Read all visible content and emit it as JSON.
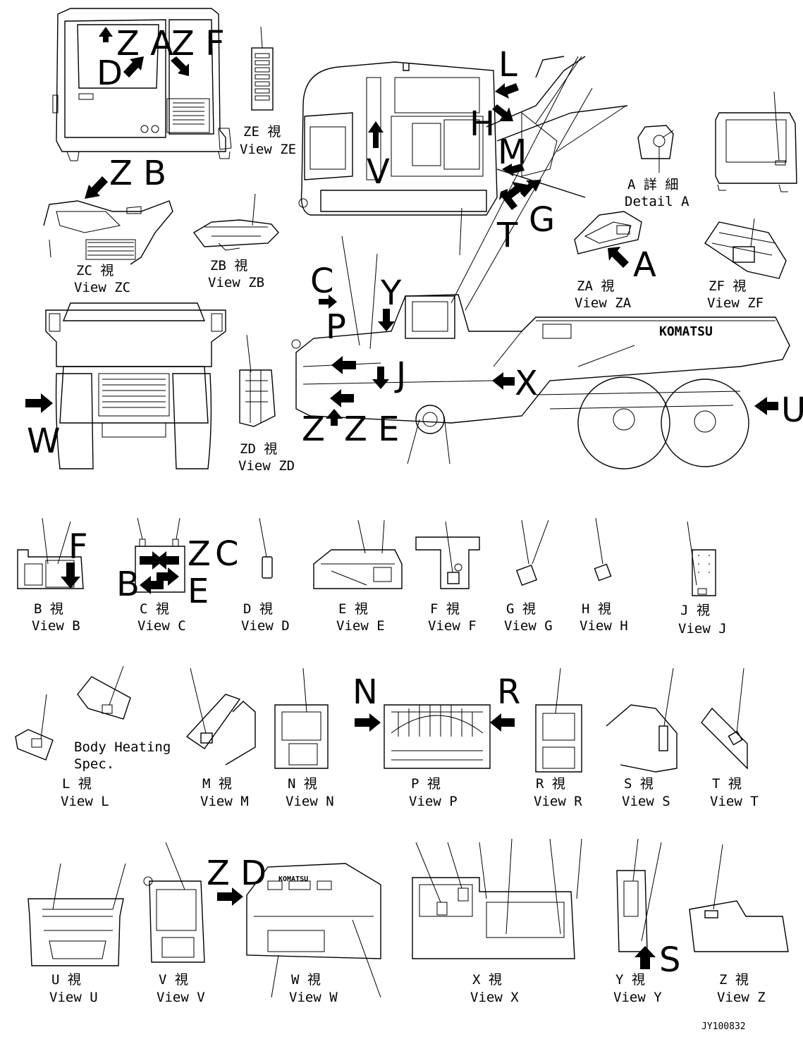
{
  "drawing_number": "JY100832",
  "brand": "KOMATSU",
  "note": [
    "Body Heating",
    "Spec."
  ],
  "views": [
    {
      "id": "ZE",
      "jp": "ZE 視",
      "en": "View ZE"
    },
    {
      "id": "ZC",
      "jp": "ZC 視",
      "en": "View ZC"
    },
    {
      "id": "ZB",
      "jp": "ZB 視",
      "en": "View ZB"
    },
    {
      "id": "A",
      "jp": "A 詳 細",
      "en": "Detail A"
    },
    {
      "id": "ZA",
      "jp": "ZA 視",
      "en": "View ZA"
    },
    {
      "id": "ZF",
      "jp": "ZF 視",
      "en": "View ZF"
    },
    {
      "id": "ZD",
      "jp": "ZD 視",
      "en": "View ZD"
    },
    {
      "id": "B",
      "jp": "B 視",
      "en": "View B"
    },
    {
      "id": "C",
      "jp": "C 視",
      "en": "View C"
    },
    {
      "id": "D",
      "jp": "D 視",
      "en": "View D"
    },
    {
      "id": "E",
      "jp": "E 視",
      "en": "View E"
    },
    {
      "id": "F",
      "jp": "F 視",
      "en": "View F"
    },
    {
      "id": "G",
      "jp": "G 視",
      "en": "View G"
    },
    {
      "id": "H",
      "jp": "H 視",
      "en": "View H"
    },
    {
      "id": "J",
      "jp": "J 視",
      "en": "View J"
    },
    {
      "id": "L",
      "jp": "L 視",
      "en": "View L"
    },
    {
      "id": "M",
      "jp": "M 視",
      "en": "View M"
    },
    {
      "id": "N",
      "jp": "N 視",
      "en": "View N"
    },
    {
      "id": "P",
      "jp": "P 視",
      "en": "View P"
    },
    {
      "id": "R",
      "jp": "R 視",
      "en": "View R"
    },
    {
      "id": "S",
      "jp": "S 視",
      "en": "View S"
    },
    {
      "id": "T",
      "jp": "T 視",
      "en": "View T"
    },
    {
      "id": "U",
      "jp": "U 視",
      "en": "View U"
    },
    {
      "id": "V",
      "jp": "V 視",
      "en": "View V"
    },
    {
      "id": "W",
      "jp": "W 視",
      "en": "View W"
    },
    {
      "id": "X",
      "jp": "X 視",
      "en": "View X"
    },
    {
      "id": "Y",
      "jp": "Y 視",
      "en": "View Y"
    },
    {
      "id": "Z",
      "jp": "Z 視",
      "en": "View Z"
    }
  ],
  "view_letters": [
    "Z A",
    "Z F",
    "D",
    "Z B",
    "L",
    "H",
    "M",
    "V",
    "T",
    "G",
    "A",
    "C",
    "P",
    "Y",
    "J",
    "X",
    "W",
    "U",
    "Z",
    "Z E",
    "F",
    "Z",
    "C",
    "B",
    "E",
    "N",
    "R",
    "Z D",
    "S"
  ]
}
